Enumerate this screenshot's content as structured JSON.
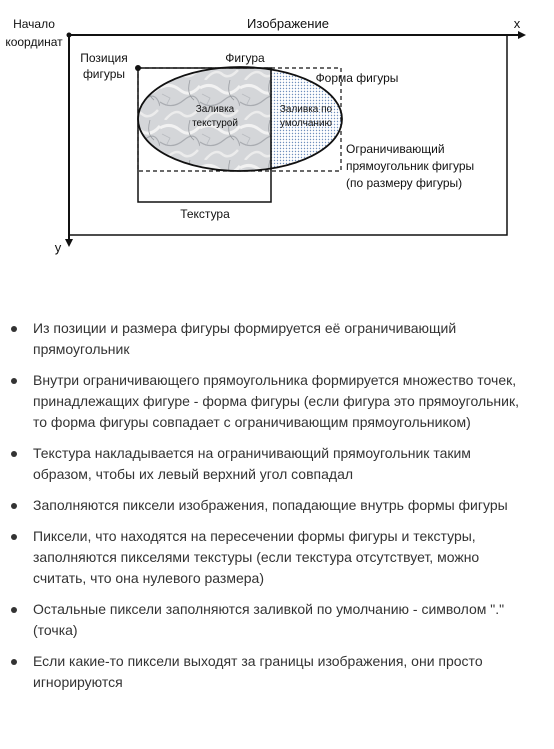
{
  "diagram": {
    "origin_label_1": "Начало",
    "origin_label_2": "координат",
    "image_label": "Изображение",
    "x_axis_label": "x",
    "y_axis_label": "y",
    "position_label_1": "Позиция",
    "position_label_2": "фигуры",
    "shape_label": "Фигура",
    "shape_form_label": "Форма фигуры",
    "texture_fill_1": "Заливка",
    "texture_fill_2": "текстурой",
    "default_fill_1": "Заливка по",
    "default_fill_2": "умолчанию",
    "bbox_label_1": "Ограничивающий",
    "bbox_label_2": "прямоугольник фигуры",
    "bbox_label_3": "(по размеру фигуры)",
    "texture_label": "Текстура"
  },
  "bullets": [
    "Из позиции и размера фигуры формируется её ограничивающий прямоугольник",
    "Внутри ограничивающего прямоугольника формируется множество точек, принадлежащих фигуре - форма фигуры (если фигура это прямоугольник, то форма фигуры совпадает с ограничивающим прямоугольником)",
    "Текстура накладывается на ограничивающий прямоугольник таким образом, чтобы их левый верхний угол совпадал",
    "Заполняются пиксели изображения, попадающие внутрь формы фигуры",
    "Пиксели, что находятся на пересечении формы фигуры и текстуры, заполняются пикселями текстуры (если текстура отсутствует, можно считать, что она нулевого размера)",
    "Остальные пиксели заполняются заливкой по умолчанию - символом \".\" (точка)",
    "Если какие-то пиксели выходят за границы изображения, они просто игнорируются"
  ]
}
